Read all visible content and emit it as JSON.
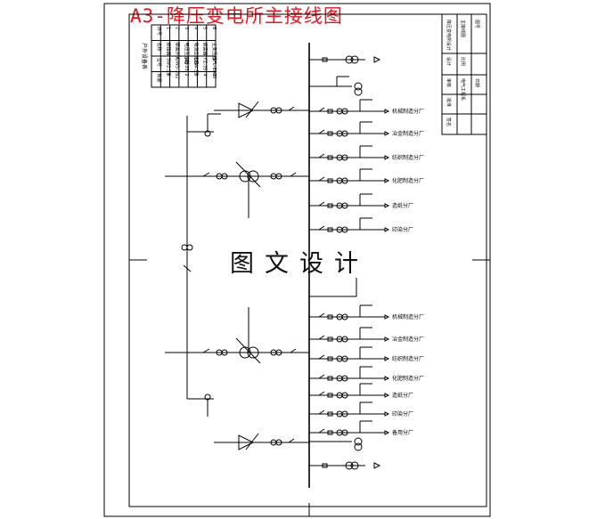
{
  "title": "A3-降压变电所主接线图",
  "watermark": "图文设计",
  "table": {
    "heading": "户外设备表",
    "rows": [
      [
        "序号",
        "名称",
        "型号",
        "数量"
      ],
      [
        "1",
        "断路器",
        "SW2-35",
        "6"
      ],
      [
        "2",
        "隔离开关",
        "GW5-35",
        "12"
      ],
      [
        "3",
        "电压互感器",
        "JDJ-35",
        "2"
      ],
      [
        "4",
        "电流互感器",
        "LCW-35",
        "6"
      ],
      [
        "5",
        "避雷器",
        "FZ-35",
        "4"
      ],
      [
        "6",
        "主变压器",
        "SFL-8000",
        "2"
      ]
    ]
  },
  "feeders_upper": [
    "机械制造分厂",
    "冶金制造分厂",
    "纺织制造分厂",
    "化肥制造分厂",
    "造纸分厂",
    "印染分厂"
  ],
  "feeders_lower": [
    "机械制造分厂",
    "冶金制造分厂",
    "纺织制造分厂",
    "化肥制造分厂",
    "造纸分厂",
    "印染分厂",
    "备用分厂"
  ],
  "title_block": {
    "project": "降压变电所设计",
    "drawing": "主接线图",
    "sheet": "图号",
    "designer": "设计",
    "checker": "审核",
    "approver": "批准",
    "school": "电气工程系",
    "scale": "比例",
    "date": "日期",
    "sign": "签名"
  },
  "colors": {
    "title": "#e8141e",
    "lines": "#000000",
    "background": "#ffffff"
  }
}
